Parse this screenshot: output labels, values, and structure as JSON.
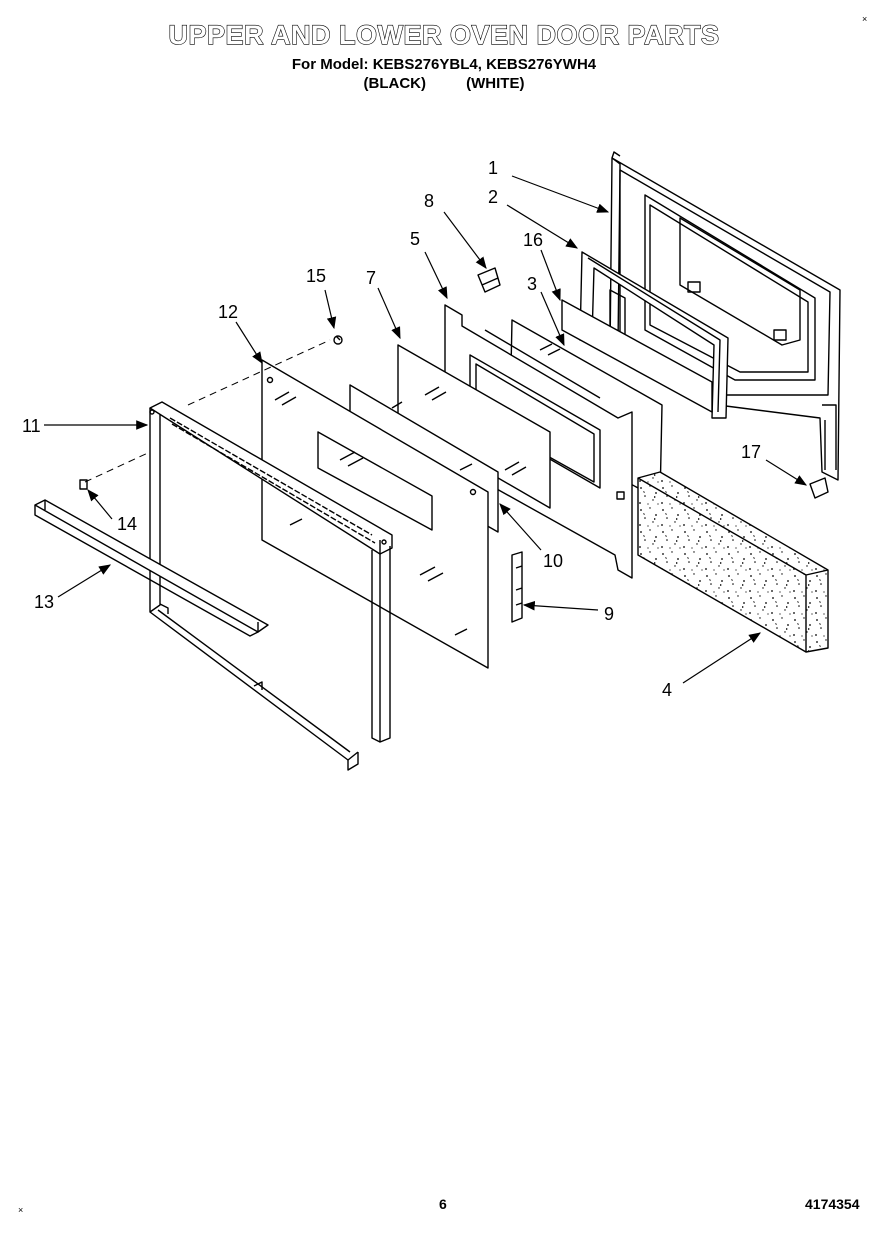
{
  "header": {
    "title": "UPPER AND LOWER OVEN DOOR PARTS",
    "model_line": "For Model: KEBS276YBL4, KEBS276YWH4",
    "variant_black": "(BLACK)",
    "variant_white": "(WHITE)"
  },
  "footer": {
    "page_number": "6",
    "doc_number": "4174354"
  },
  "marks": {
    "top_right": "×",
    "bottom_left": "×"
  },
  "callouts": {
    "c1": "1",
    "c2": "2",
    "c3": "3",
    "c4": "4",
    "c5": "5",
    "c6": "7",
    "c8": "8",
    "c9": "9",
    "c10": "10",
    "c11": "11",
    "c12": "12",
    "c13": "13",
    "c14": "14",
    "c15": "15",
    "c16": "16",
    "c17": "17"
  }
}
